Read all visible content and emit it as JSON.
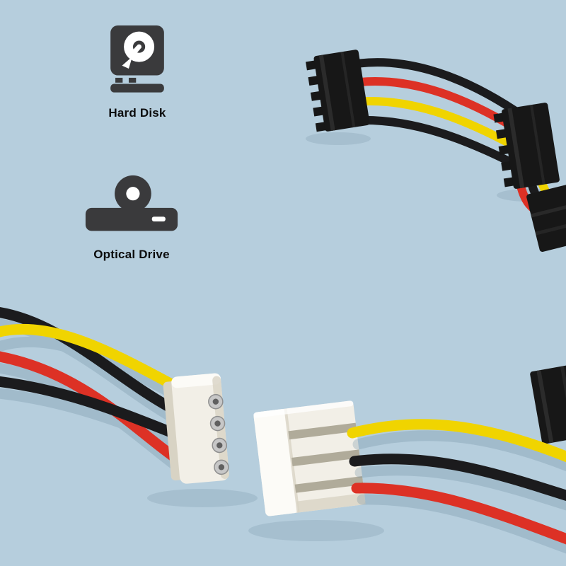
{
  "scene": {
    "description": "SATA / Molex power cable product photo on light blue background"
  },
  "legend": {
    "items": [
      {
        "label": "Hard Disk",
        "icon": "hard-disk-icon"
      },
      {
        "label": "Optical Drive",
        "icon": "optical-drive-icon"
      }
    ]
  },
  "colors": {
    "background": "#b6cedd",
    "icon_dark": "#3a3a3c",
    "icon_light": "#ffffff",
    "wire_red": "#dd3125",
    "wire_yellow": "#f0d400",
    "wire_black": "#1b1b1d",
    "wire_shadow": "#6d8ca0",
    "connector_dark": "#171717",
    "connector_rib": "#2e2e2e",
    "molex_white": "#f2efe7",
    "molex_bright": "#fcfbf7",
    "molex_shade": "#d8d3c4",
    "molex_groove": "#b0ab9a",
    "pin_outer": "#c7c7c7",
    "pin_rim": "#8f8f8f",
    "pin_inner": "#606060"
  }
}
